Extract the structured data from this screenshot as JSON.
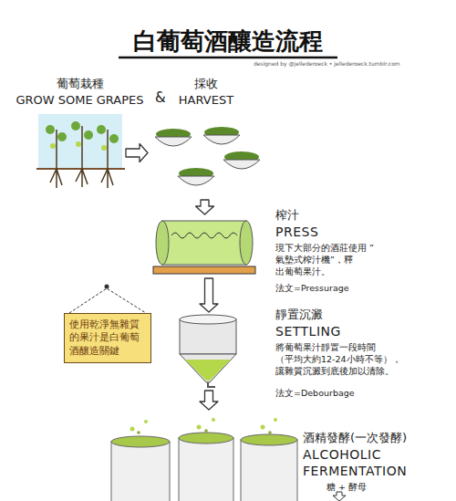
{
  "diagram": {
    "title": "白葡萄酒釀造流程",
    "nodes": [
      {
        "text": [
          "葡萄栽種",
          "GROW SOME GRAPES"
        ]
      },
      {
        "text": [
          "採收",
          "HARVEST"
        ]
      },
      {
        "text": [
          "榨汁",
          "PRESS",
          "現下大部分的酒莊使用 ”氣墊式榨汁機”，釋 出葡萄果汁。",
          "法文=Pressurage"
        ]
      },
      {
        "text": [
          "使用乾淨無雜質 的果汁是白葡萄 酒釀造關鍵"
        ]
      },
      {
        "text": [
          "靜置沉澱",
          "SETTLING",
          "將葡萄果汁靜置一段時間 （平均大約12-24小時不等）， 讓雜質沉澱到底後加以清除。",
          "法文=Debourbage"
        ]
      },
      {
        "text": [
          "酒精發酵(一次發酵)",
          "ALCOHOLIC FERMENTATION",
          "糖 + 酵母"
        ]
      }
    ],
    "edges": [
      {
        "from": 0,
        "to": 1,
        "arrow": "to"
      },
      {
        "from": 1,
        "to": 2,
        "arrow": "to"
      },
      {
        "from": 2,
        "to": 4,
        "arrow": "to"
      },
      {
        "from": 4,
        "to": 5,
        "arrow": "to"
      }
    ],
    "labels": [
      "designed by @jellederoeck • jellederoeck.tumblr.com",
      "&"
    ]
  }
}
